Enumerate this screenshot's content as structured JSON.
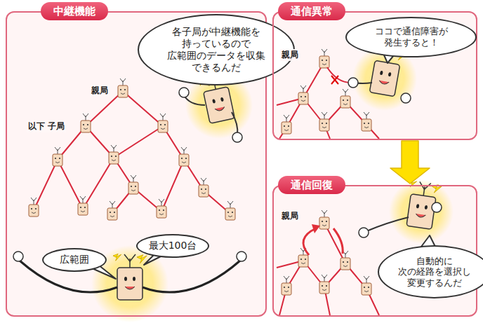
{
  "diagram": {
    "nodes": [
      {
        "text": [
          "中継機能"
        ]
      },
      {
        "text": [
          "各子局が中継機能を 持っているので 広範囲のデータを収集 できるんだ"
        ],
        "in": 0
      },
      {
        "text": [
          "広範囲"
        ],
        "in": 0
      },
      {
        "text": [
          "最大100台"
        ],
        "in": 0
      },
      {
        "text": [
          "通信異常"
        ]
      },
      {
        "text": [
          "ココで通信障害が 発生すると！"
        ],
        "in": 4
      },
      {
        "text": [
          "通信回復"
        ]
      },
      {
        "text": [
          "自動的に 次の経路を選択し 変更するんだ"
        ],
        "in": 6
      }
    ],
    "edges": [
      {
        "from": 4,
        "to": 6,
        "arrow": "to"
      }
    ],
    "labels": [
      "親局",
      "以下 子局",
      "親局",
      "親局"
    ]
  }
}
